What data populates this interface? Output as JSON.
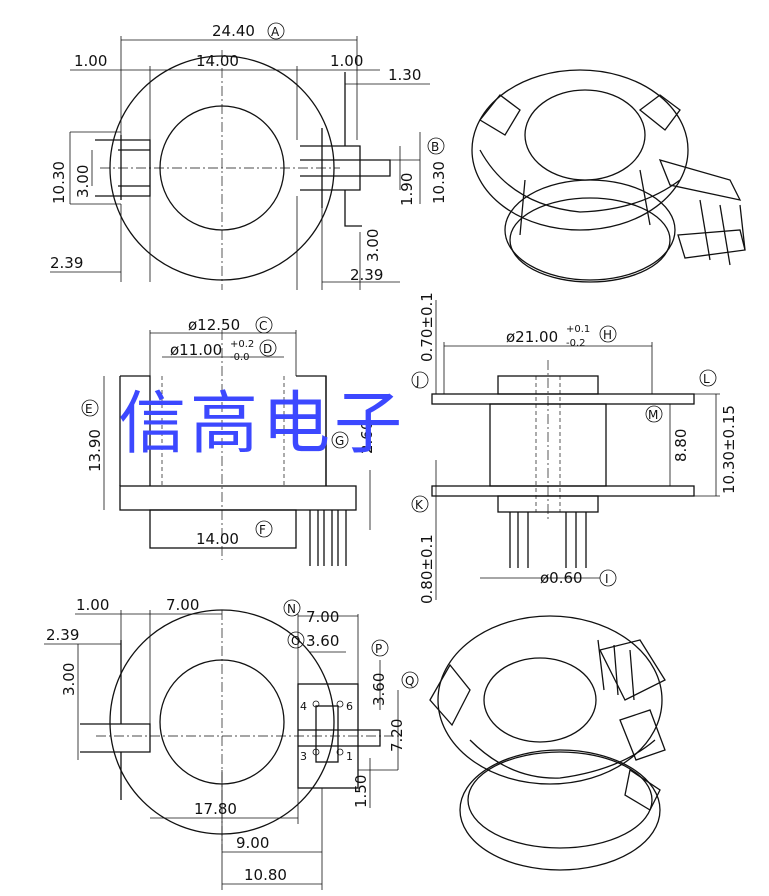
{
  "top_view": {
    "overall_width": "24.40",
    "overall_width_tag": "A",
    "left_margin": "1.00",
    "body_width": "14.00",
    "right_margin": "1.00",
    "notch_offset": "1.30",
    "height_left": "10.30",
    "height_right": "10.30",
    "height_tag": "B",
    "slot_width_left": "3.00",
    "slot_inner": "1.90",
    "slot_width_right": "3.00",
    "flange_left": "2.39",
    "flange_right": "2.39"
  },
  "side_view": {
    "outer_dia": "ø12.50",
    "outer_dia_tag": "C",
    "inner_dia": "ø11.00",
    "inner_dia_tol_plus": "+0.2",
    "inner_dia_tol_minus": "-0.0",
    "inner_dia_tag": "D",
    "height": "13.90",
    "height_tag": "E",
    "base_width": "14.00",
    "base_width_tag": "F",
    "step_height": "2.60",
    "step_tag": "G"
  },
  "front_view": {
    "flange_thickness": "0.70±0.1",
    "flange_thickness_tag": "J",
    "outer_dia": "ø21.00",
    "outer_dia_tol_plus": "+0.1",
    "outer_dia_tol_minus": "-0.2",
    "outer_dia_tag": "H",
    "core_height": "8.80",
    "core_height_tag": "M",
    "total_height": "10.30±0.15",
    "total_height_tag": "L",
    "base_thickness": "0.80±0.1",
    "base_thickness_tag": "K",
    "pin_dia": "ø0.60",
    "pin_dia_tag": "I"
  },
  "bottom_view": {
    "left_margin": "1.00",
    "half_width": "7.00",
    "flange_left": "2.39",
    "slot_width": "3.00",
    "pin_span_x": "7.00",
    "pin_span_x_tag": "N",
    "pin_pitch_x": "3.60",
    "pin_pitch_x_tag": "O",
    "pin_pitch_y": "3.60",
    "pin_pitch_y_tag": "P",
    "pin_span_y": "7.20",
    "pin_span_y_tag": "Q",
    "pin_offset": "1.50",
    "base_width": "17.80",
    "center_offset": "9.00",
    "pin_row_offset": "10.80",
    "pin_labels": [
      "4",
      "6",
      "3",
      "1"
    ]
  },
  "watermark": "信高电子"
}
